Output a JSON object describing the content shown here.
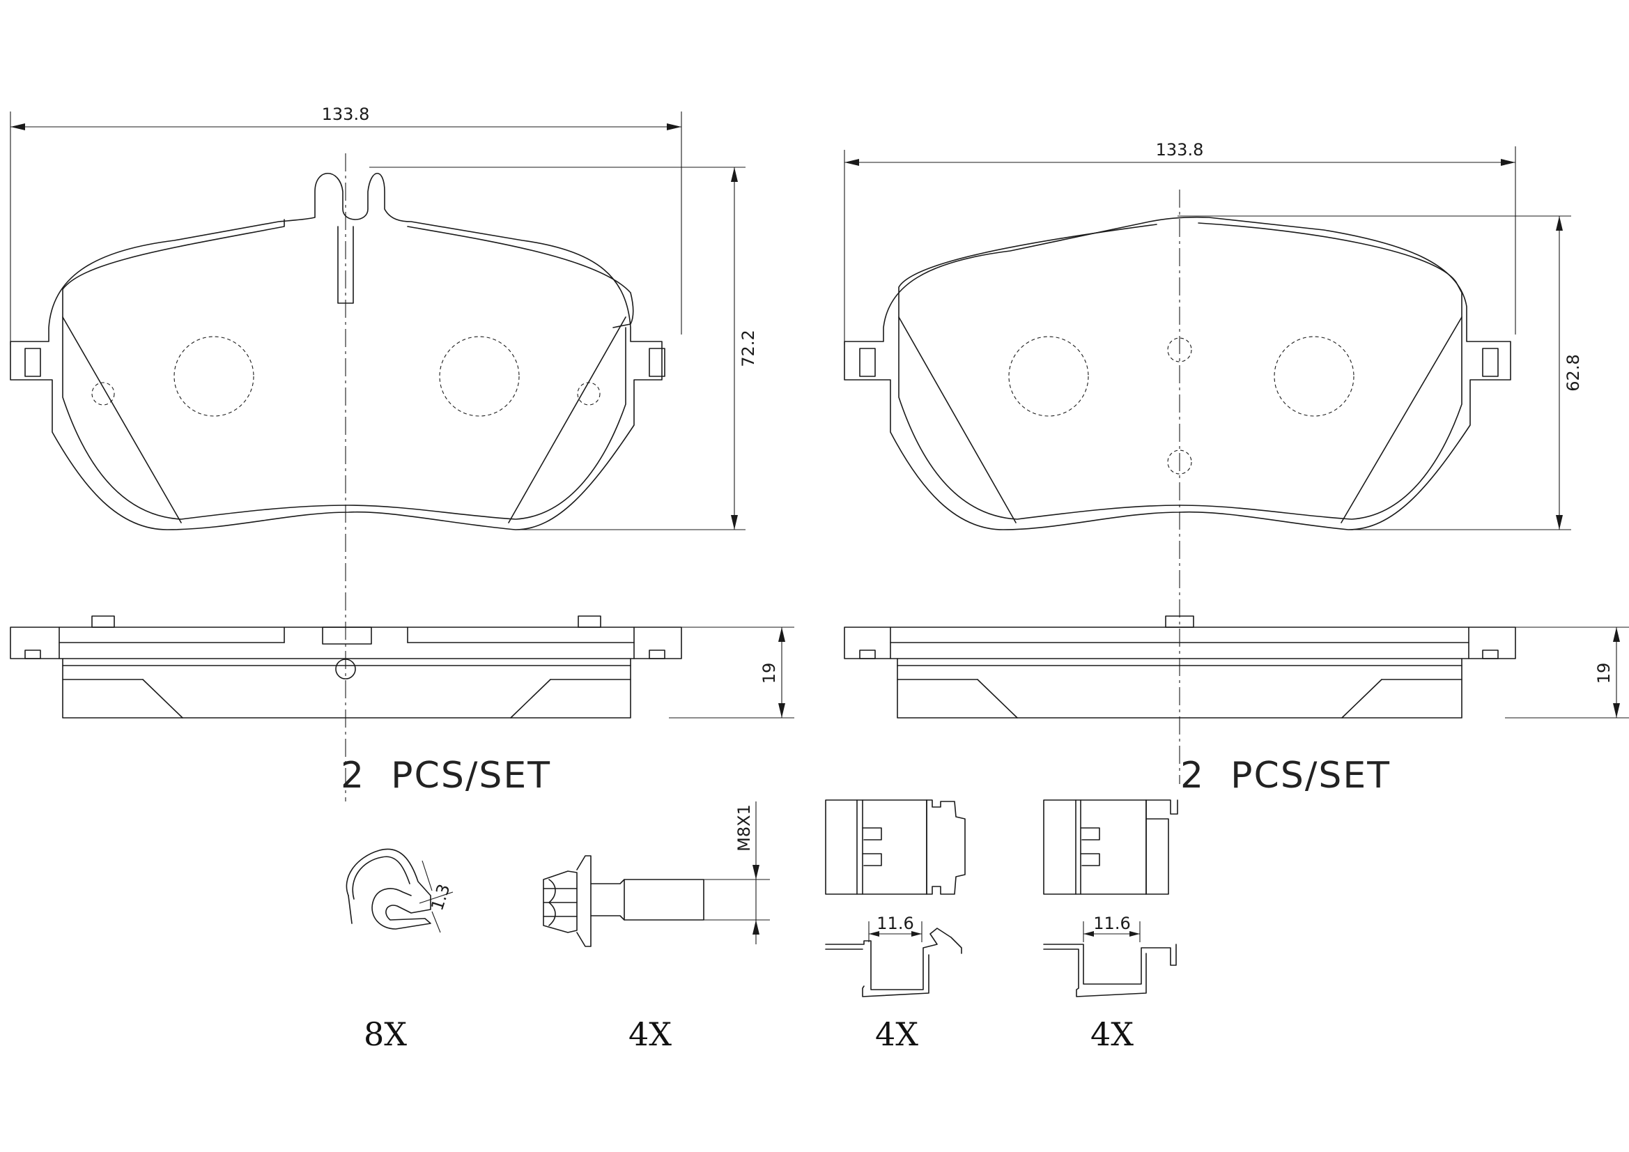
{
  "left_pad": {
    "width_dim": "133.8",
    "height_dim": "72.2",
    "thickness_dim": "19",
    "set_label": "2  PCS/SET"
  },
  "right_pad": {
    "width_dim": "133.8",
    "height_dim": "62.8",
    "thickness_dim": "19",
    "set_label": "2  PCS/SET"
  },
  "hardware": {
    "clip_qty": "8X",
    "bolt_qty": "4X",
    "bolt_thread": "M8X1",
    "clip_dim": "1.3",
    "spring_left_qty": "4X",
    "spring_left_dim": "11.6",
    "spring_right_qty": "4X",
    "spring_right_dim": "11.6"
  }
}
